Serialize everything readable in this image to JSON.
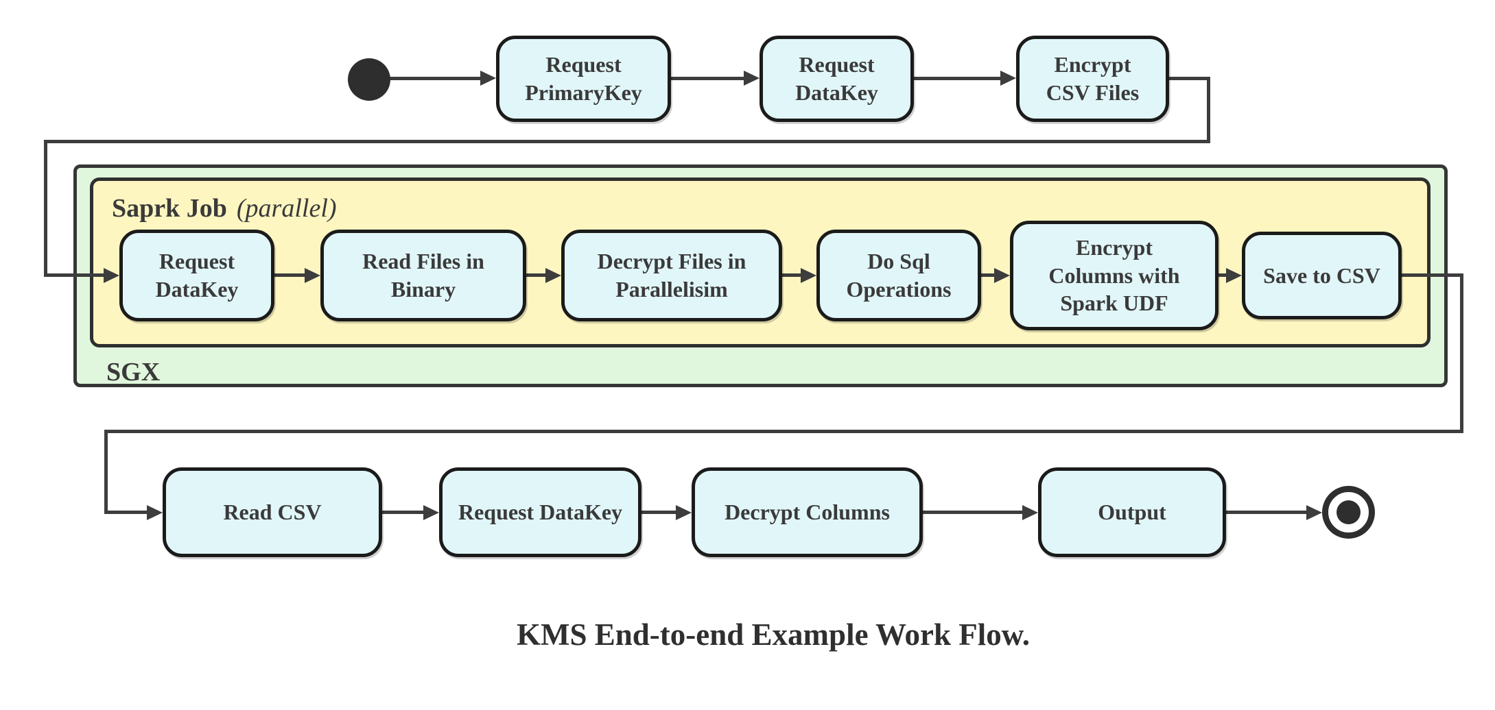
{
  "caption": "KMS End-to-end Example Work Flow.",
  "colors": {
    "state_fill": "#e1f6f9",
    "sgx_fill": "#e1f7dd",
    "spark_fill": "#fdf6c0",
    "node_border": "#1b1b1b",
    "edge": "#3d3d3d",
    "text": "#3a3a3a"
  },
  "start_node": {
    "type": "initial-state"
  },
  "end_node": {
    "type": "final-state"
  },
  "top_flow": {
    "nodes": [
      {
        "label": "Request\nPrimaryKey"
      },
      {
        "label": "Request\nDataKey"
      },
      {
        "label": "Encrypt\nCSV Files"
      }
    ]
  },
  "sgx_container": {
    "label": "SGX",
    "spark_container": {
      "title": "Saprk Job",
      "qualifier": "(parallel)",
      "nodes": [
        {
          "label": "Request\nDataKey"
        },
        {
          "label": "Read Files in\nBinary"
        },
        {
          "label": "Decrypt Files in\nParallelisim"
        },
        {
          "label": "Do Sql\nOperations"
        },
        {
          "label": "Encrypt\nColumns with\nSpark UDF"
        },
        {
          "label": "Save to CSV"
        }
      ]
    }
  },
  "bottom_flow": {
    "nodes": [
      {
        "label": "Read CSV"
      },
      {
        "label": "Request DataKey"
      },
      {
        "label": "Decrypt Columns"
      },
      {
        "label": "Output"
      }
    ]
  }
}
